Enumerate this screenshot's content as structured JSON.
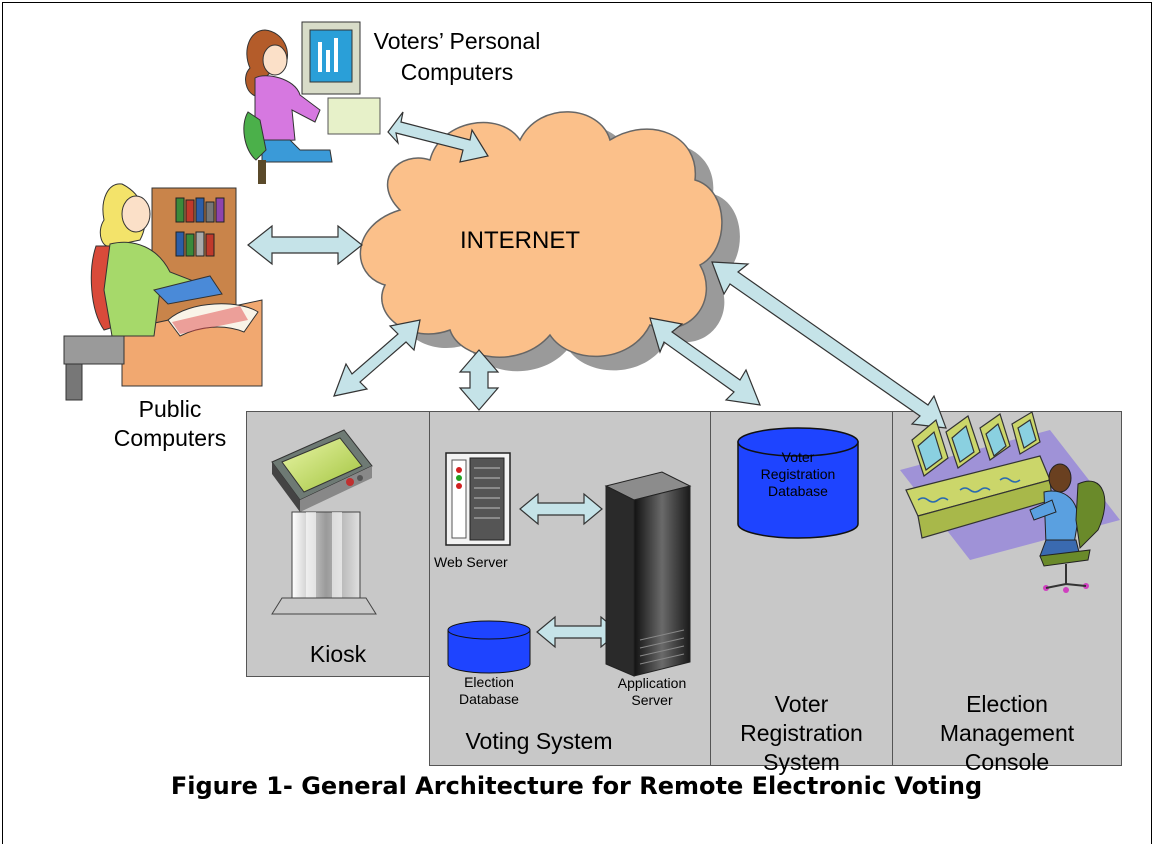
{
  "nodes": {
    "voters_pc": "Voters’ Personal Computers",
    "public_pc_line1": "Public",
    "public_pc_line2": "Computers",
    "internet": "INTERNET",
    "kiosk": "Kiosk",
    "web_server": "Web Server",
    "election_db_line1": "Election",
    "election_db_line2": "Database",
    "app_server_line1": "Application",
    "app_server_line2": "Server",
    "voting_system": "Voting System",
    "voter_reg_db_line1": "Voter",
    "voter_reg_db_line2": "Registration",
    "voter_reg_db_line3": "Database",
    "voter_reg_system_line1": "Voter",
    "voter_reg_system_line2": "Registration",
    "voter_reg_system_line3": "System",
    "emc_line1": "Election",
    "emc_line2": "Management",
    "emc_line3": "Console"
  },
  "caption": "Figure 1- General Architecture for Remote Electronic Voting",
  "colors": {
    "cloud": "#fbc08a",
    "cloud_shadow": "#9a9a9a",
    "arrow": "#c5e3e8",
    "panel": "#c8c8c8",
    "database": "#1e44ff"
  },
  "icons": [
    "person-at-computer-icon",
    "student-reading-icon",
    "kiosk-icon",
    "web-server-icon",
    "application-server-icon",
    "database-icon",
    "control-room-operator-icon"
  ]
}
